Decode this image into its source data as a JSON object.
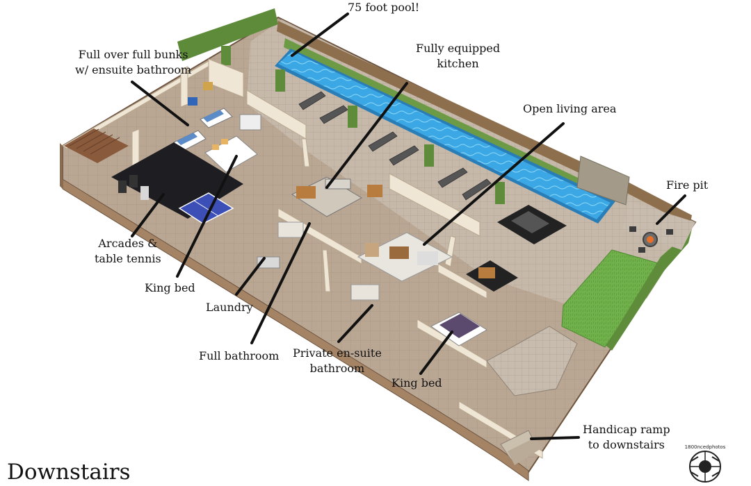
{
  "title": "Downstairs",
  "labels": {
    "pool": [
      "75 foot pool!"
    ],
    "bunks": [
      "Full over full bunks",
      "w/ ensuite bathroom"
    ],
    "kitchen": [
      "Fully equipped",
      "kitchen"
    ],
    "living": [
      "Open living area"
    ],
    "firepit": [
      "Fire pit"
    ],
    "arcades": [
      "Arcades &",
      "table tennis"
    ],
    "kingbed_left": [
      "King bed"
    ],
    "laundry": [
      "Laundry"
    ],
    "full_bathroom": [
      "Full bathroom"
    ],
    "ensuite": [
      "Private en-suite",
      "bathroom"
    ],
    "kingbed_right": [
      "King bed"
    ],
    "ramp": [
      "Handicap ramp",
      "to downstairs"
    ]
  },
  "watermark": "1800ncedphotos",
  "colors": {
    "wall": "#efe6d6",
    "wall_dark": "#a48464",
    "floor": "#b8a592",
    "deck": "#a8968a",
    "pool_water": "#3aa6e3",
    "lawn": "#6fb04a",
    "hedge": "#5f8c3a",
    "callout_line": "#111111"
  }
}
